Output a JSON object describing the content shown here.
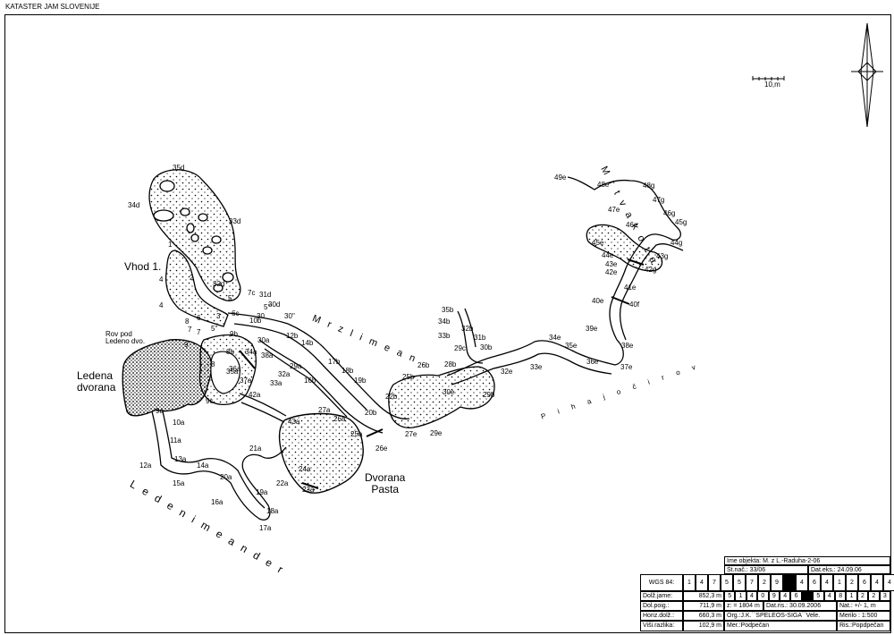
{
  "header": "KATASTER JAM SLOVENIJE",
  "scale_label": "10,m",
  "areas": {
    "vhod": "Vhod 1.",
    "ledena": "Ledena\ndvorana",
    "rov_pod": "Rov pod\nLedeno dvo.",
    "dvorana_pasta": "Dvorana\nPasta",
    "mrzli": "M r z l i   m e a n .",
    "ledeni": "L e d e n i   m e a n d e r",
    "mrtva": "M r t v a   k o t a",
    "pihajoci": "P i h a j o č i   r o v"
  },
  "stations": [
    "35d",
    "34d",
    "33d",
    "1",
    "2",
    "4",
    "4",
    "32d",
    "7c",
    "31d",
    "30d",
    "3",
    "6c",
    "6",
    "30",
    "10b",
    "8",
    "30''",
    "7",
    "5'",
    "9b",
    "12b",
    "14b",
    "9",
    "8b",
    "30a",
    "8",
    "34a",
    "38a",
    "17b",
    "18b",
    "19b",
    "16b",
    "29a",
    "35a",
    "37a",
    "33a",
    "32a",
    "9c",
    "42a",
    "9a",
    "10a",
    "11a",
    "43a",
    "21a",
    "12a",
    "13a",
    "14a",
    "22a",
    "24a",
    "23a",
    "15a",
    "20a",
    "19a",
    "16a",
    "18a",
    "17a",
    "27a",
    "26a",
    "25a",
    "20b",
    "22b",
    "25b",
    "26b",
    "28b",
    "26e",
    "27e",
    "29e",
    "30e",
    "29b",
    "32e",
    "33e",
    "30b",
    "31b",
    "32b",
    "33b",
    "34b",
    "35b",
    "29c",
    "34e",
    "35e",
    "36e",
    "37e",
    "38e",
    "39e",
    "40e",
    "40f",
    "41e",
    "42e",
    "42g",
    "43e",
    "43g",
    "44e",
    "44g",
    "45e",
    "45g",
    "46e",
    "46g",
    "47e",
    "47g",
    "48e",
    "48g",
    "49e",
    "5'''",
    "5''",
    "7",
    "36a"
  ],
  "info": {
    "ime_objekta": "Ime objekta: M. z  L.-Raduha-2-06",
    "st_nac": "Št.nač.: 33/06",
    "dat_eks": "Dat.eks.: 24.09.06",
    "wgs_label": "WGS 84:",
    "wgs_digits": [
      "1",
      "4",
      "7",
      "5",
      "5",
      "7",
      "2",
      "9",
      "",
      "4",
      "6",
      "4",
      "1",
      "2",
      "6",
      "4",
      "4"
    ],
    "dolz_jame_label": "Dolž.jame:",
    "dolz_jame": "852,3 m",
    "digits2": [
      "5",
      "1",
      "4",
      "0",
      "9",
      "4",
      "6",
      "",
      "5",
      "4",
      "8",
      "1",
      "2",
      "2",
      "3"
    ],
    "dol_poig_label": "Dol.poig.:",
    "dol_poig": "711,9 m",
    "z": "z:  = 1804 m",
    "dat_ris": "Dat.ris.: 30.09.2006",
    "nat": "Nat.: +/-   1, m",
    "horiz_label": "Horiz.dolž.:",
    "horiz": "660,3 m",
    "org": "Org.:J.K.``SPELEOS-SIGA``Vele.",
    "merilo": "Merilo : 1:500",
    "visi_label": "Viši.razlika:",
    "visi": "102,9 m",
    "mer": "Mer.:Podpečan",
    "ris": "Ris.:Popdpečan"
  }
}
